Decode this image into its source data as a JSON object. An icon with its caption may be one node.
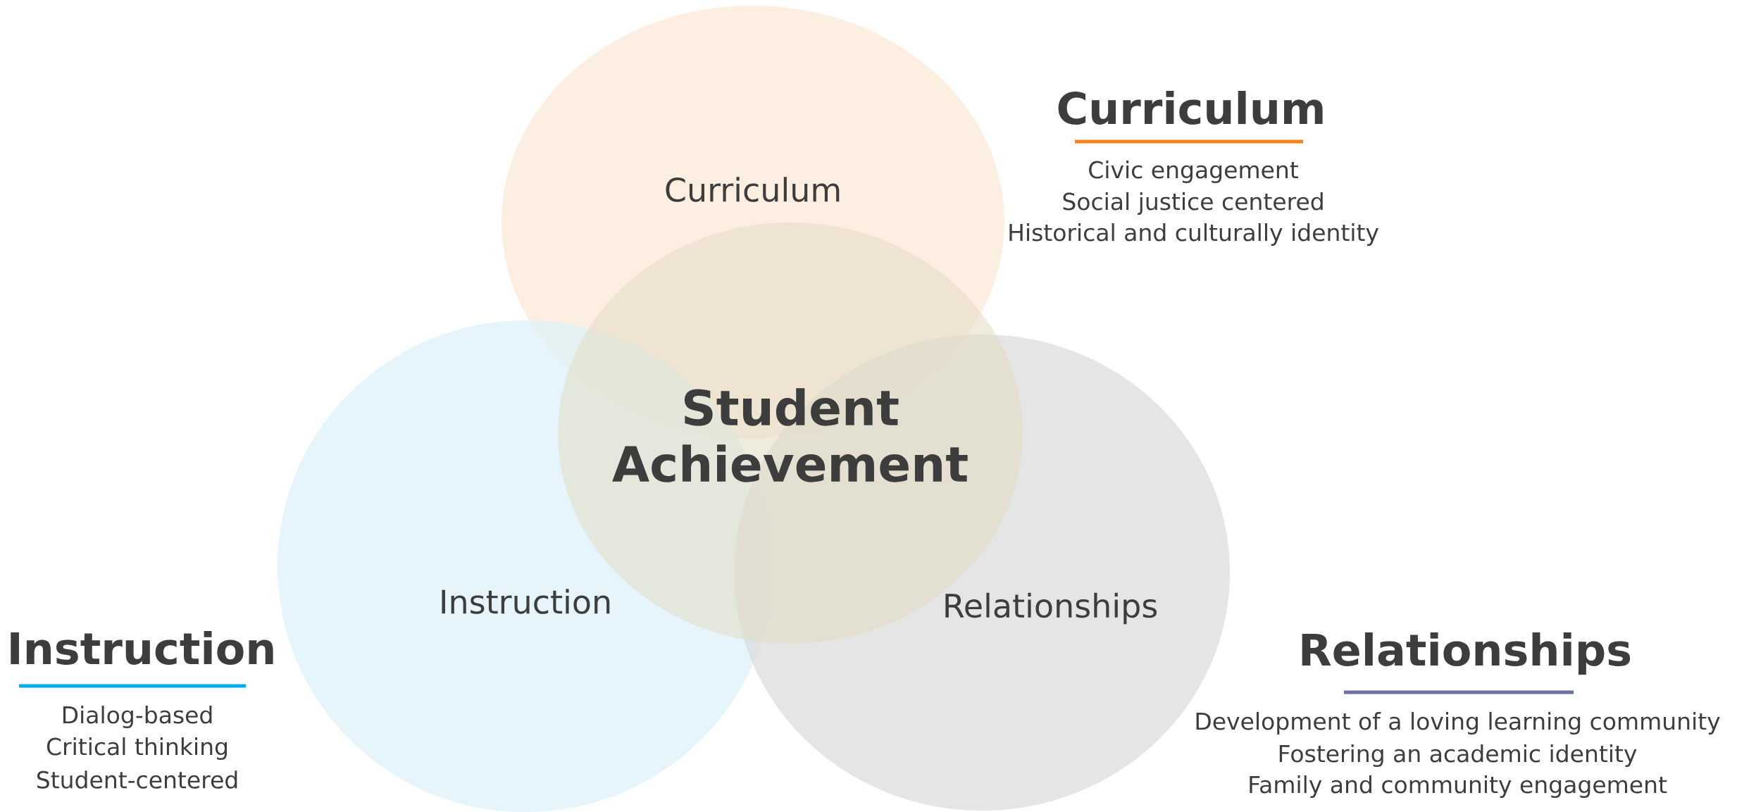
{
  "diagram": {
    "nodes": [
      {
        "text": [
          "Curriculum"
        ]
      },
      {
        "text": [
          "Student Achievement"
        ]
      },
      {
        "text": [
          "Instruction"
        ]
      },
      {
        "text": [
          "Relationships"
        ]
      }
    ],
    "labels": [
      "Curriculum",
      "Civic engagement",
      "Social justice centered",
      "Historical and culturally identity",
      "Instruction",
      "Dialog-based",
      "Critical thinking",
      "Student-centered",
      "Relationships",
      "Development of a loving learning community",
      "Fostering an academic identity",
      "Family and community engagement"
    ]
  }
}
